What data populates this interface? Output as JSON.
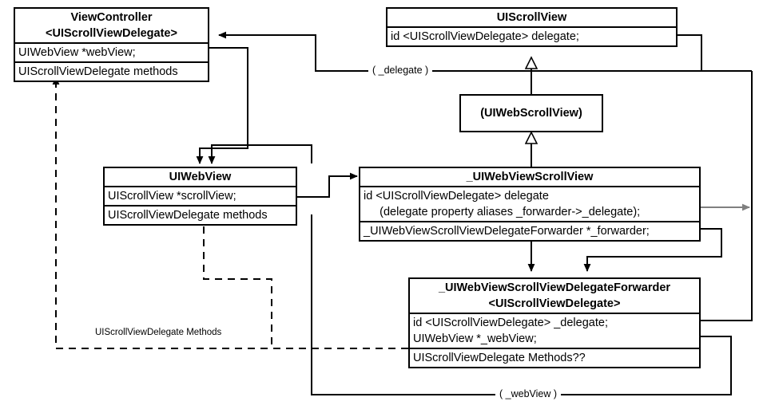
{
  "diagram": {
    "title": "UIWebView UIScrollView delegate forwarding class diagram",
    "colors": {
      "stroke": "#000000",
      "background": "#ffffff",
      "gray_arrow": "#808080"
    },
    "classes": [
      {
        "id": "view-controller",
        "name": "ViewController",
        "stereotype": "<UIScrollViewDelegate>",
        "attributes": [
          "UIWebView *webView;"
        ],
        "operations": [
          "UIScrollViewDelegate methods"
        ]
      },
      {
        "id": "ui-scroll-view",
        "name": "UIScrollView",
        "stereotype": "",
        "attributes": [
          "id <UIScrollViewDelegate> delegate;"
        ],
        "operations": []
      },
      {
        "id": "ui-web-scroll-view",
        "name": "(UIWebScrollView)",
        "stereotype": "",
        "attributes": [],
        "operations": []
      },
      {
        "id": "ui-web-view",
        "name": "UIWebView",
        "stereotype": "",
        "attributes": [
          "UIScrollView *scrollView;"
        ],
        "operations": [
          "UIScrollViewDelegate methods"
        ]
      },
      {
        "id": "uiweb-view-scroll-view",
        "name": "_UIWebViewScrollView",
        "stereotype": "",
        "attributes": [
          "id <UIScrollViewDelegate> delegate",
          "     (delegate property aliases _forwarder->_delegate);",
          "_UIWebViewScrollViewDelegateForwarder *_forwarder;"
        ],
        "operations": []
      },
      {
        "id": "delegate-forwarder",
        "name": "_UIWebViewScrollViewDelegateForwarder",
        "stereotype": "<UIScrollViewDelegate>",
        "attributes": [
          "id <UIScrollViewDelegate> _delegate;",
          "UIWebView *_webView;"
        ],
        "operations": [
          "UIScrollViewDelegate Methods??"
        ]
      }
    ],
    "edge_labels": {
      "delegate": "( _delegate )",
      "web_view": "( _webView )"
    },
    "notes": {
      "delegate_methods": "UIScrollViewDelegate Methods"
    }
  }
}
